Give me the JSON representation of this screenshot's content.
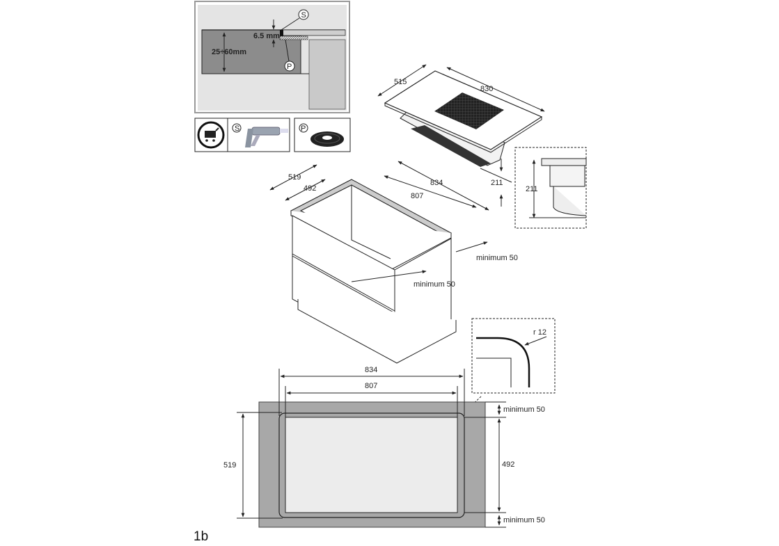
{
  "figure_label": "1b",
  "detail_panel": {
    "sealant_marker": "S",
    "seal_marker": "P",
    "seal_depth": "6.5 mm",
    "worktop_thickness": "25÷60mm"
  },
  "accessories": [
    {
      "icon": "shopping-cart-icon"
    },
    {
      "marker": "S",
      "icon": "sealant-gun-icon"
    },
    {
      "marker": "P",
      "icon": "seal-tape-roll-icon"
    }
  ],
  "hob_dimensions": {
    "depth": "515",
    "width": "830",
    "height": "211"
  },
  "detail_box": {
    "height": "211"
  },
  "cabinet_dimensions": {
    "outer_depth": "519",
    "inner_depth": "492",
    "outer_width": "834",
    "inner_width": "807",
    "rear_clearance": "minimum 50",
    "front_clearance": "minimum 50"
  },
  "cutout_plan": {
    "outer_width": "834",
    "inner_width": "807",
    "outer_depth": "519",
    "inner_depth": "492",
    "rear_clearance": "minimum 50",
    "front_clearance": "minimum 50",
    "corner_radius": "r 12"
  }
}
